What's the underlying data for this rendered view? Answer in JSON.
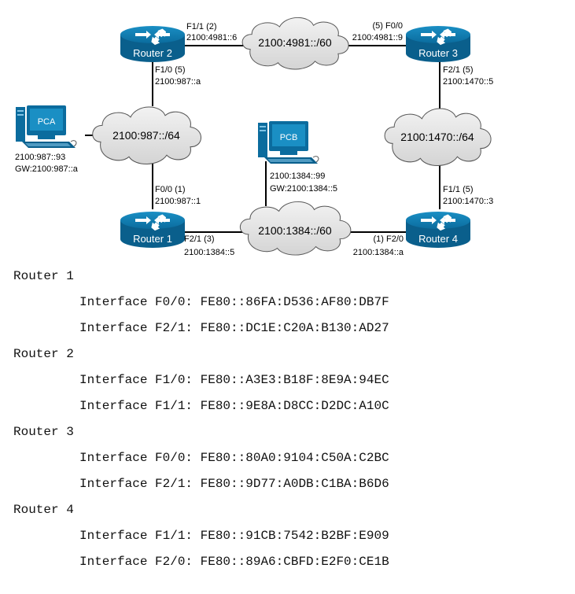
{
  "diagram": {
    "routers": {
      "r1": "Router 1",
      "r2": "Router 2",
      "r3": "Router 3",
      "r4": "Router 4"
    },
    "pcs": {
      "pca": {
        "name": "PCA",
        "addr": "2100:987::93",
        "gw": "GW:2100:987::a"
      },
      "pcb": {
        "name": "PCB",
        "addr": "2100:1384::99",
        "gw": "GW:2100:1384::5"
      }
    },
    "networks": {
      "n4981": "2100:4981::/60",
      "n987": "2100:987::/64",
      "n1470": "2100:1470::/64",
      "n1384": "2100:1384::/60"
    },
    "links": {
      "r2_f11_if": "F1/1 (2)",
      "r2_f11_ip": "2100:4981::6",
      "r3_f00_if": "(5) F0/0",
      "r3_f00_ip": "2100:4981::9",
      "r2_f10_if": "F1/0 (5)",
      "r2_f10_ip": "2100:987::a",
      "r3_f21_if": "F2/1 (5)",
      "r3_f21_ip": "2100:1470::5",
      "r1_f00_if": "F0/0 (1)",
      "r1_f00_ip": "2100:987::1",
      "r4_f11_if": "F1/1 (5)",
      "r4_f11_ip": "2100:1470::3",
      "r1_f21_if": "F2/1 (3)",
      "r1_f21_ip": "2100:1384::5",
      "r4_f20_if": "(1) F2/0",
      "r4_f20_ip": "2100:1384::a"
    }
  },
  "interfaces": [
    {
      "router": "Router 1",
      "entries": [
        "Interface F0/0: FE80::86FA:D536:AF80:DB7F",
        "Interface F2/1: FE80::DC1E:C20A:B130:AD27"
      ]
    },
    {
      "router": "Router 2",
      "entries": [
        "Interface F1/0: FE80::A3E3:B18F:8E9A:94EC",
        "Interface F1/1: FE80::9E8A:D8CC:D2DC:A10C"
      ]
    },
    {
      "router": "Router 3",
      "entries": [
        "Interface F0/0: FE80::80A0:9104:C50A:C2BC",
        "Interface F2/1: FE80::9D77:A0DB:C1BA:B6D6"
      ]
    },
    {
      "router": "Router 4",
      "entries": [
        "Interface F1/1: FE80::91CB:7542:B2BF:E909",
        "Interface F2/0: FE80::89A6:CBFD:E2F0:CE1B"
      ]
    }
  ]
}
